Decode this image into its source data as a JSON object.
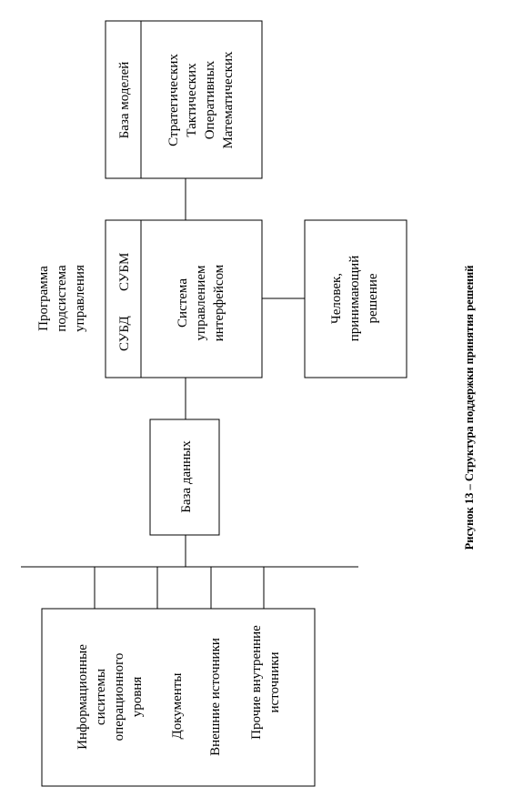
{
  "models_base": {
    "title": "База моделей",
    "items": [
      "Стратегических",
      "Тактических",
      "Оперативных",
      "Математических"
    ]
  },
  "control_program": {
    "label_lines": [
      "Программа",
      "подсистема",
      "управления"
    ],
    "dbms": "СУБД",
    "mbms": "СУБМ",
    "interface_lines": [
      "Система",
      "управлением",
      "интерфейсом"
    ]
  },
  "decision_maker": {
    "label_lines": [
      "Человек,",
      "принимающий",
      "решение"
    ]
  },
  "database": {
    "label": "База данных"
  },
  "sources": {
    "items": [
      [
        "Информационные",
        "сиситемы",
        "операционного",
        "уровня"
      ],
      [
        "Документы"
      ],
      [
        "Внешние источники"
      ],
      [
        "Прочие внутренние",
        "источники"
      ]
    ]
  },
  "caption": "Рисунок 13 – Структура поддержки принятия решений"
}
